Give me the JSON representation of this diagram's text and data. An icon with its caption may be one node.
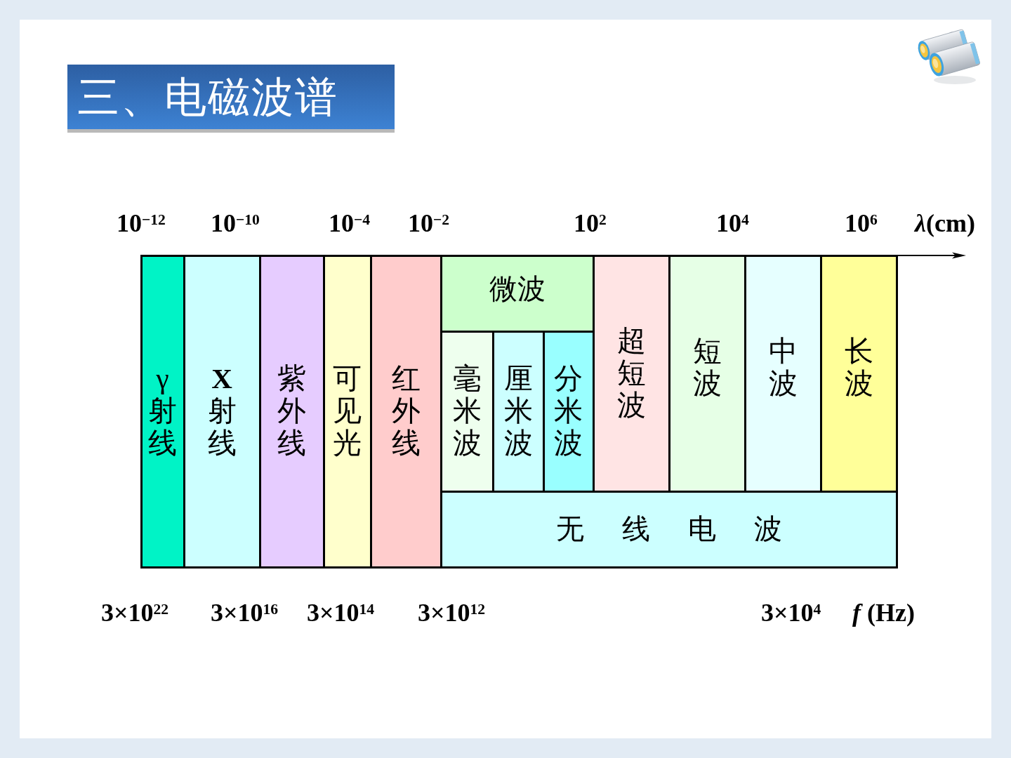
{
  "diagram": {
    "title": "三、电磁波谱",
    "nodes": [
      {
        "text": [
          "γ射线"
        ]
      },
      {
        "text": [
          "**X**射线"
        ]
      },
      {
        "text": [
          "紫外线"
        ]
      },
      {
        "text": [
          "可见光"
        ]
      },
      {
        "text": [
          "红外线"
        ]
      },
      {
        "text": [
          "微波"
        ]
      },
      {
        "text": [
          "毫米波"
        ]
      },
      {
        "text": [
          "厘米波"
        ]
      },
      {
        "text": [
          "分米波"
        ]
      },
      {
        "text": [
          "超短波"
        ]
      },
      {
        "text": [
          "短波"
        ]
      },
      {
        "text": [
          "中波"
        ]
      },
      {
        "text": [
          "长波"
        ]
      },
      {
        "text": [
          "无 线 电 波"
        ]
      }
    ],
    "labels": [
      "10$^{−12}$",
      "10$^{−10}$",
      "10$^{−4}$",
      "10$^{−2}$",
      "10$^{2}$",
      "10$^{4}$",
      "10$^{6}$",
      "*λ*(cm)",
      "3×10$^{22}$",
      "3×10$^{16}$",
      "3×10$^{14}$",
      "3×10$^{12}$",
      "3×10$^{4}$",
      "*f* (Hz)"
    ]
  }
}
